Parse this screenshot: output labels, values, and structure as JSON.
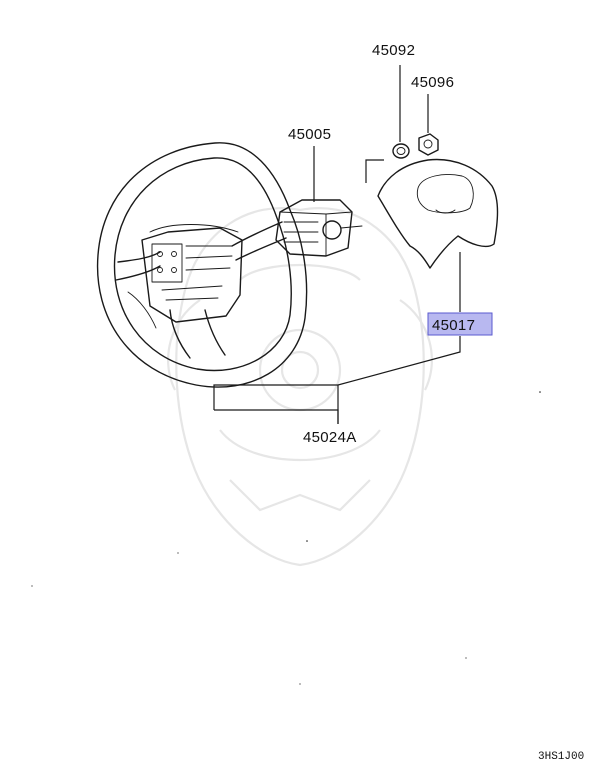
{
  "labels": {
    "p45092": "45092",
    "p45096": "45096",
    "p45005": "45005",
    "p45017": "45017",
    "p45024A": "45024A",
    "diagram_code": "3HS1J00"
  },
  "colors": {
    "ink": "#1a1a1a",
    "highlight_fill": "#b8b8f0",
    "highlight_border": "#5a5acf",
    "watermark": "#e6e6e6"
  },
  "highlighted_part": "45017"
}
